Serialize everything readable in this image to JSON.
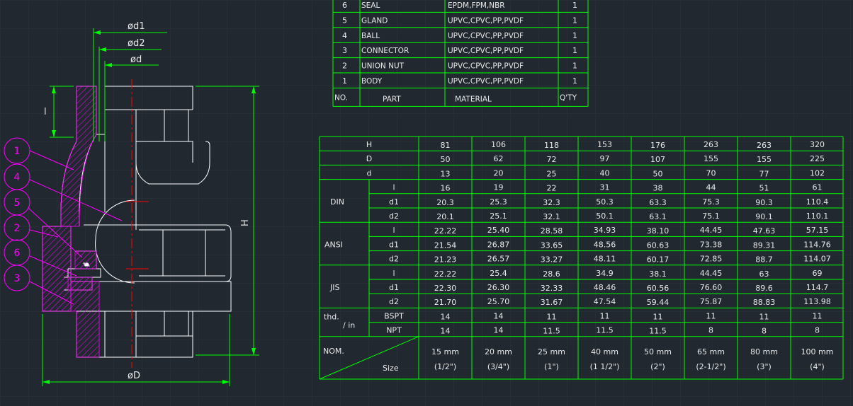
{
  "parts_table": {
    "rows": [
      {
        "no": "6",
        "part": "SEAL",
        "material": "EPDM,FPM,NBR",
        "qty": "1"
      },
      {
        "no": "5",
        "part": "GLAND",
        "material": "UPVC,CPVC,PP,PVDF",
        "qty": "1"
      },
      {
        "no": "4",
        "part": "BALL",
        "material": "UPVC,CPVC,PP,PVDF",
        "qty": "1"
      },
      {
        "no": "3",
        "part": "CONNECTOR",
        "material": "UPVC,CPVC,PP,PVDF",
        "qty": "1"
      },
      {
        "no": "2",
        "part": "UNION NUT",
        "material": "UPVC,CPVC,PP,PVDF",
        "qty": "1"
      },
      {
        "no": "1",
        "part": "BODY",
        "material": "UPVC,CPVC,PP,PVDF",
        "qty": "1"
      }
    ],
    "header": {
      "no": "NO.",
      "part": "PART",
      "material": "MATERIAL",
      "qty": "Q'TY"
    }
  },
  "dim_table": {
    "rows": [
      {
        "group": "",
        "label": "H",
        "values": [
          "81",
          "106",
          "118",
          "153",
          "176",
          "263",
          "263",
          "320"
        ]
      },
      {
        "group": "",
        "label": "D",
        "values": [
          "50",
          "62",
          "72",
          "97",
          "107",
          "155",
          "155",
          "225"
        ]
      },
      {
        "group": "",
        "label": "d",
        "values": [
          "13",
          "20",
          "25",
          "40",
          "50",
          "70",
          "77",
          "102"
        ]
      },
      {
        "group": "DIN",
        "label": "l",
        "values": [
          "16",
          "19",
          "22",
          "31",
          "38",
          "44",
          "51",
          "61"
        ]
      },
      {
        "group": "DIN",
        "label": "d1",
        "values": [
          "20.3",
          "25.3",
          "32.3",
          "50.3",
          "63.3",
          "75.3",
          "90.3",
          "110.4"
        ]
      },
      {
        "group": "DIN",
        "label": "d2",
        "values": [
          "20.1",
          "25.1",
          "32.1",
          "50.1",
          "63.1",
          "75.1",
          "90.1",
          "110.1"
        ]
      },
      {
        "group": "ANSI",
        "label": "l",
        "values": [
          "22.22",
          "25.40",
          "28.58",
          "34.93",
          "38.10",
          "44.45",
          "47.63",
          "57.15"
        ]
      },
      {
        "group": "ANSI",
        "label": "d1",
        "values": [
          "21.54",
          "26.87",
          "33.65",
          "48.56",
          "60.63",
          "73.38",
          "89.31",
          "114.76"
        ]
      },
      {
        "group": "ANSI",
        "label": "d2",
        "values": [
          "21.23",
          "26.57",
          "33.27",
          "48.11",
          "60.17",
          "72.85",
          "88.7",
          "114.07"
        ]
      },
      {
        "group": "JIS",
        "label": "l",
        "values": [
          "22.22",
          "25.4",
          "28.6",
          "34.9",
          "38.1",
          "44.45",
          "63",
          "69"
        ]
      },
      {
        "group": "JIS",
        "label": "d1",
        "values": [
          "22.30",
          "26.30",
          "32.33",
          "48.46",
          "60.56",
          "76.60",
          "89.6",
          "114.7"
        ]
      },
      {
        "group": "JIS",
        "label": "d2",
        "values": [
          "21.70",
          "25.70",
          "31.67",
          "47.54",
          "59.44",
          "75.87",
          "88.83",
          "113.98"
        ]
      },
      {
        "group": "thd.",
        "label": "BSPT",
        "values": [
          "14",
          "14",
          "11",
          "11",
          "11",
          "11",
          "11",
          "11"
        ]
      },
      {
        "group": "thd.",
        "label": "NPT",
        "values": [
          "14",
          "14",
          "11.5",
          "11.5",
          "11.5",
          "8",
          "8",
          "8"
        ]
      }
    ],
    "groups": {
      "din": "DIN",
      "ansi": "ANSI",
      "jis": "JIS",
      "thd": "thd.",
      "thd_unit": "/ in"
    },
    "nom_label": "NOM.",
    "size_label": "Size",
    "sizes": [
      {
        "mm": "15 mm",
        "inch": "(1/2\")"
      },
      {
        "mm": "20 mm",
        "inch": "(3/4\")"
      },
      {
        "mm": "25 mm",
        "inch": "(1\")"
      },
      {
        "mm": "40 mm",
        "inch": "(1 1/2\")"
      },
      {
        "mm": "50 mm",
        "inch": "(2\")"
      },
      {
        "mm": "65 mm",
        "inch": "(2-1/2\")"
      },
      {
        "mm": "80 mm",
        "inch": "(3\")"
      },
      {
        "mm": "100 mm",
        "inch": "(4\")"
      }
    ]
  },
  "drawing": {
    "dim_labels": {
      "od1": "ød1",
      "od2": "ød2",
      "od": "ød",
      "l": "l",
      "H": "H",
      "OD": "øD"
    },
    "balloons": [
      "1",
      "4",
      "5",
      "2",
      "6",
      "3"
    ]
  },
  "colors": {
    "background": "#212830",
    "table_line": "#00ff00",
    "table_text": "#e8e8e8",
    "drawing_line": "#ffffff",
    "dimension_line": "#00ff00",
    "balloon": "#ff00ff",
    "hatch": "#ff00ff",
    "center_line": "#ff0000"
  }
}
